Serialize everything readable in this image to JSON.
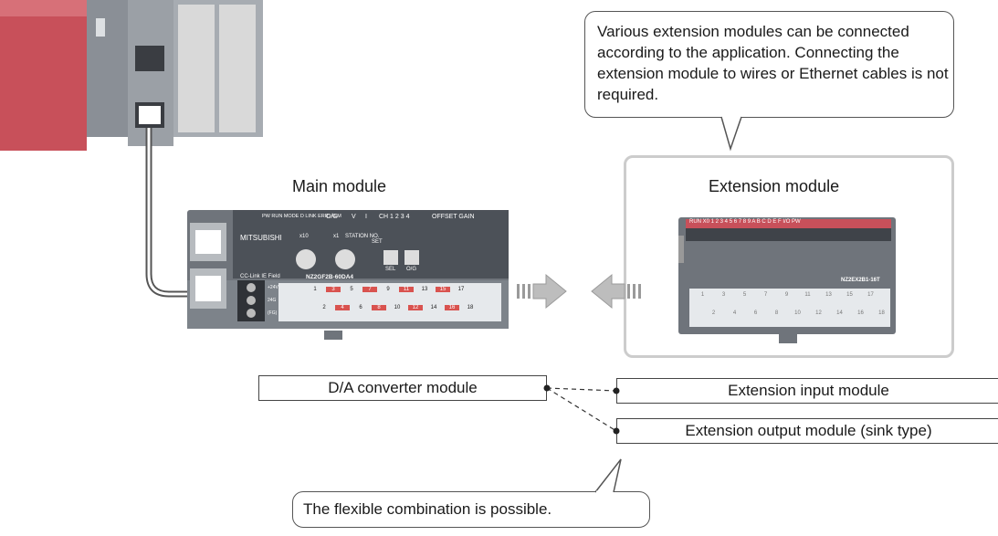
{
  "callouts": {
    "top_text": "Various extension modules can be connected according to the application. Connecting the extension module to wires or Ethernet cables is not required.",
    "bottom_text": "The flexible combination is possible."
  },
  "labels": {
    "main_module": "Main module",
    "extension_module": "Extension module"
  },
  "boxes": {
    "da_converter": "D/A converter module",
    "ext_input": "Extension input module",
    "ext_output": "Extension output module (sink type)"
  },
  "device_text": {
    "main_led_row": "PW RUN MODE D LINK ERR. ALM",
    "main_og": "O/G",
    "main_v": "V",
    "main_i": "I",
    "main_ch": "CH 1  2  3  4",
    "main_offset": "OFFSET GAIN",
    "main_brand": "MITSUBISHI",
    "main_station": "STATION NO.",
    "main_x10": "x10",
    "main_x1": "x1",
    "main_set": "SET",
    "main_sel": "SEL",
    "main_og2": "O/G",
    "main_cclink": "CC-Link IE Field",
    "main_model": "NZ2GF2B-60DA4",
    "main_24v": "+24V",
    "main_24g": "24G",
    "main_fg": "(FG)",
    "main_terms_top": [
      "1",
      "3",
      "5",
      "7",
      "9",
      "11",
      "13",
      "15",
      "17"
    ],
    "main_terms_bottom": [
      "2",
      "4",
      "6",
      "8",
      "10",
      "12",
      "14",
      "16",
      "18"
    ],
    "ext_led_row": "RUN X0 1 2 3 4 5 6 7 8 9 A B C D E F I/O PW",
    "ext_model": "NZ2EX2B1-16T",
    "ext_terms_top": [
      "1",
      "3",
      "5",
      "7",
      "9",
      "11",
      "13",
      "15",
      "17"
    ],
    "ext_terms_bottom": [
      "2",
      "4",
      "6",
      "8",
      "10",
      "12",
      "14",
      "16",
      "18"
    ]
  },
  "colors": {
    "plc_red": "#c8505a",
    "device_gray": "#6f747b",
    "terminal_red": "#d9534f",
    "arrow_gray": "#bdbdbd",
    "frame_gray": "#cccccc"
  }
}
